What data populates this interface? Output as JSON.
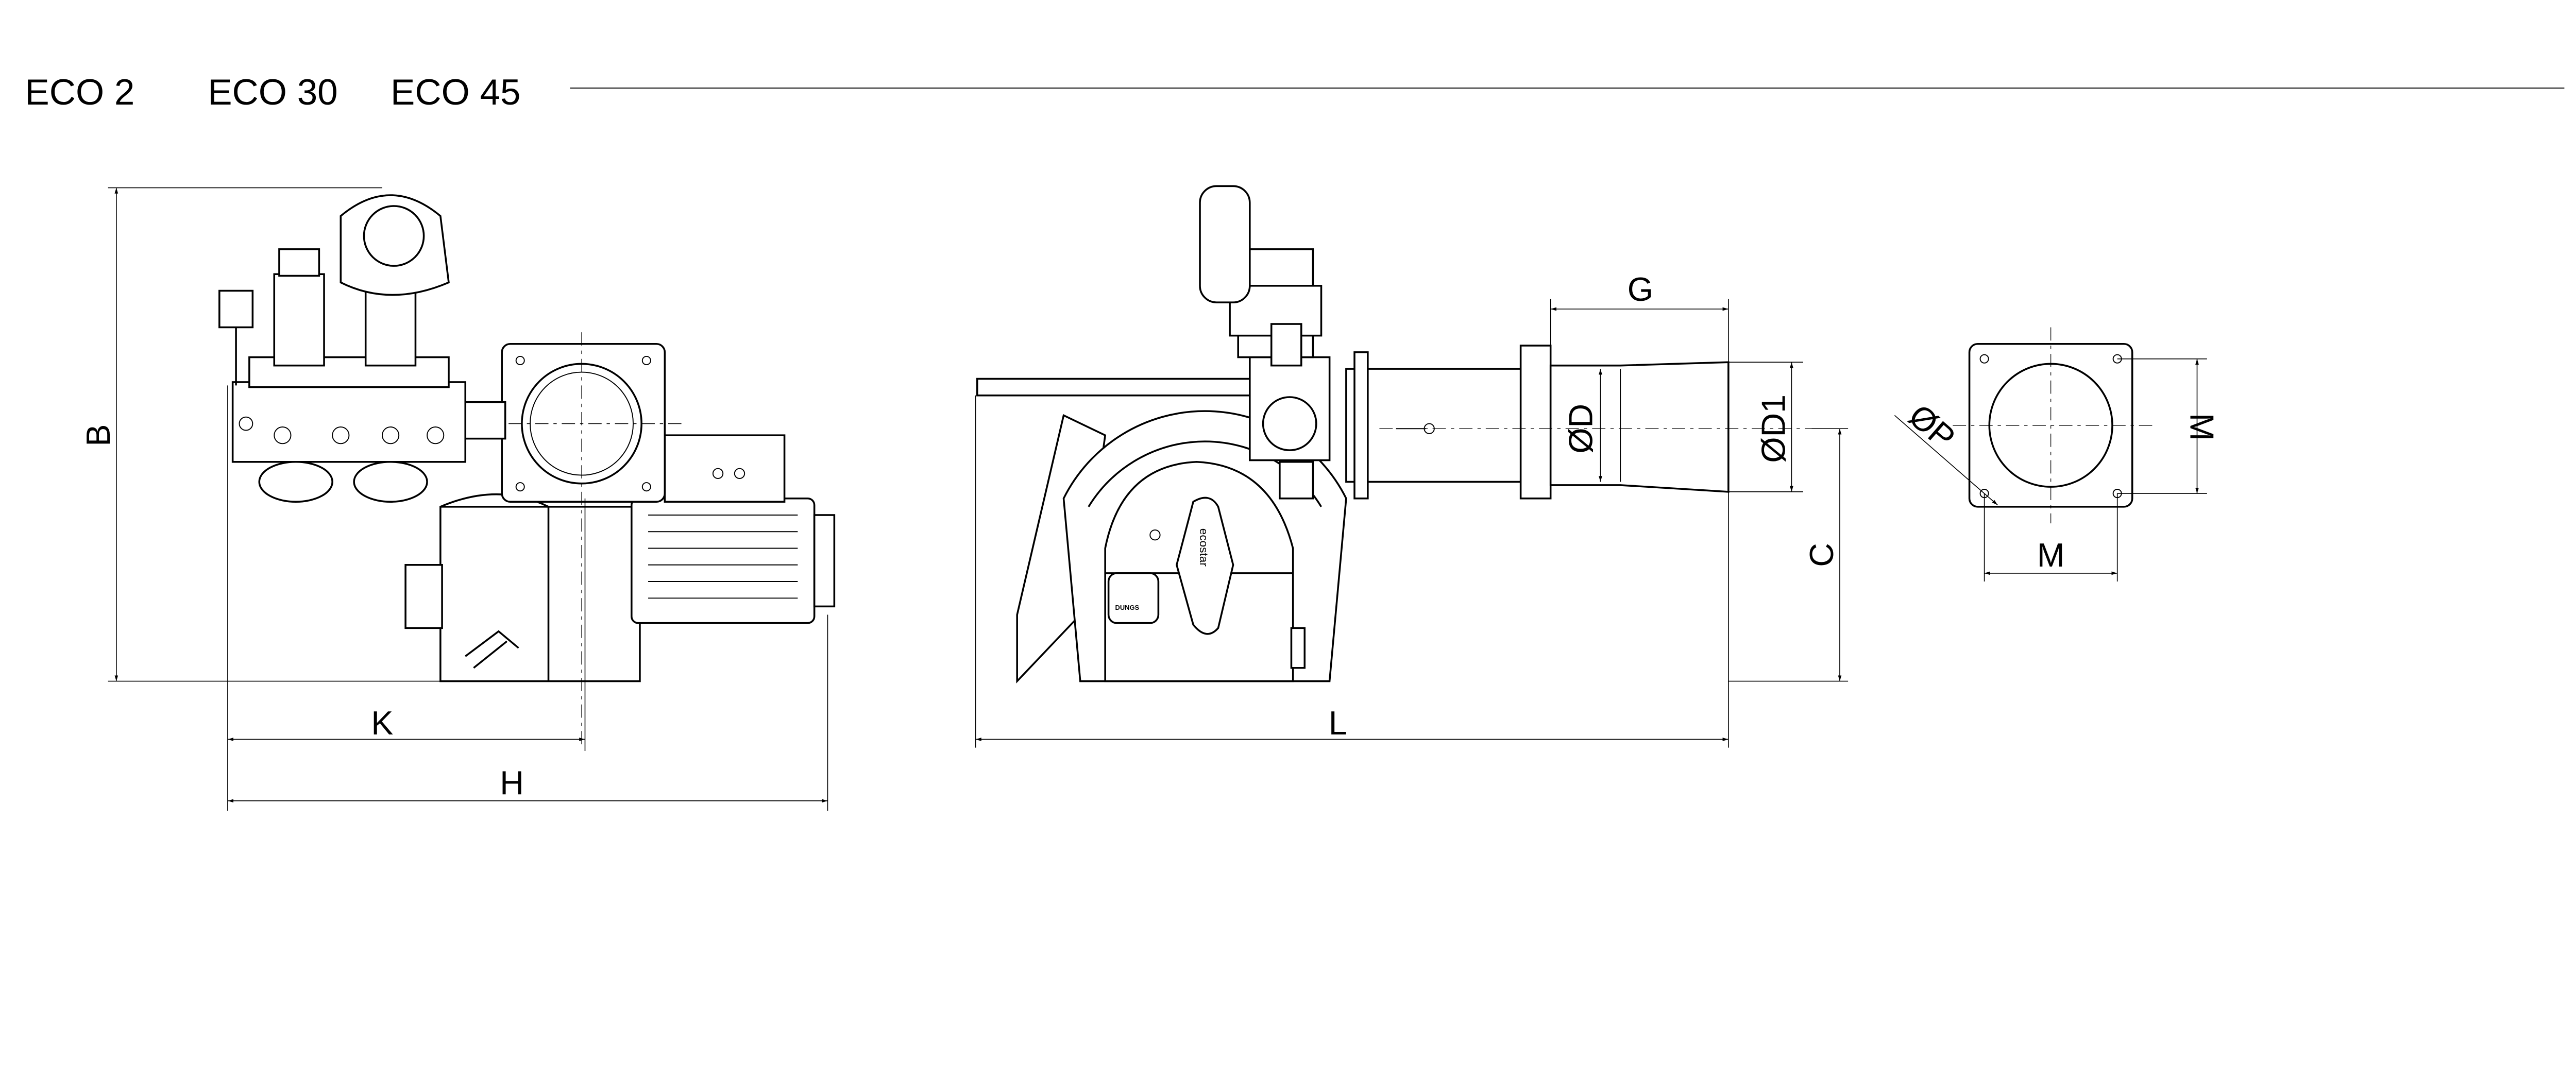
{
  "header": {
    "models": [
      "ECO 2",
      "ECO 30",
      "ECO 45"
    ]
  },
  "dimensions": {
    "B": "B",
    "K": "K",
    "H": "H",
    "L": "L",
    "C": "C",
    "G": "G",
    "D": "ØD",
    "D1": "ØD1",
    "P": "ØP",
    "M_vertical": "M",
    "M_horizontal": "M"
  },
  "labels": {
    "brand": "ecostar",
    "valve_brand": "DUNGS"
  }
}
